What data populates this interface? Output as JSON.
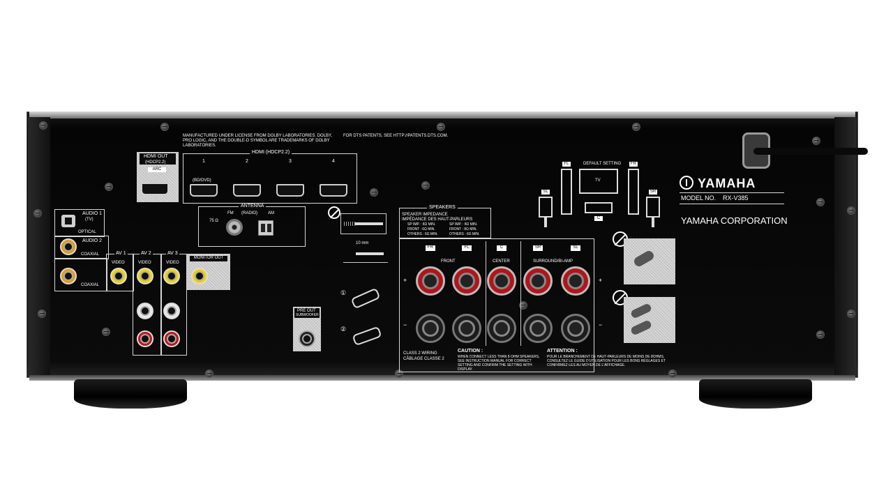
{
  "notices": {
    "dolby": "MANUFACTURED UNDER LICENSE FROM DOLBY LABORATORIES. DOLBY, PRO LOGIC, AND THE DOUBLE-D SYMBOL ARE TRADEMARKS OF DOLBY LABORATORIES.",
    "dts": "FOR DTS PATENTS, SEE HTTP://PATENTS.DTS.COM."
  },
  "hdmi": {
    "out_label": "HDMI OUT",
    "out_sub": "(HDCP2.2)",
    "arc": "ARC",
    "in_title": "HDMI (HDCP2.2)",
    "inputs": [
      "1",
      "2",
      "3",
      "4"
    ],
    "input1_sub": "(BD/DVD)"
  },
  "antenna": {
    "title": "ANTENNA",
    "fm": "FM",
    "radio": "(RADIO)",
    "am": "AM",
    "ohm": "75 Ω"
  },
  "audio": {
    "audio1": "AUDIO 1",
    "audio1_sub": "(TV)",
    "optical": "OPTICAL",
    "audio2": "AUDIO 2",
    "coaxial_1": "COAXIAL",
    "coaxial_2": "COAXIAL"
  },
  "av": {
    "av1": "AV 1",
    "av2": "AV 2",
    "av3": "AV 3",
    "video": "VIDEO",
    "monitor_out": "MONITOR OUT"
  },
  "preout": {
    "title": "PRE OUT",
    "sub": "SUBWOOFER"
  },
  "speakers": {
    "title": "SPEAKERS",
    "impedance_en": "SPEAKER IMPEDANCE",
    "impedance_fr": "IMPÉDANCE DES HAUT-PARLEURS",
    "spec_left": [
      "SP IMP. : 8Ω MIN.",
      "FRONT : 6Ω MIN.",
      "OTHERS : 6Ω MIN."
    ],
    "spec_right": [
      "SP IMP. : 8Ω MIN.",
      "FRONT : 8Ω MIN.",
      "OTHERS : 6Ω MIN."
    ],
    "channels": [
      "FR",
      "FL",
      "C",
      "SR",
      "SL"
    ],
    "front": "FRONT",
    "center": "CENTER",
    "surround": "SURROUND/BI-AMP",
    "plus": "+",
    "minus": "−",
    "class2": "CLASS 2 WIRING",
    "class2_fr": "CÂBLAGE CLASSE 2",
    "caution_title": "CAUTION :",
    "caution_text": "WHEN CONNECT LESS THAN 8 OHM SPEAKERS, SEE INSTRUCTION MANUAL FOR CORRECT SETTING AND CONFIRM THE SETTING WITH DISPLAY.",
    "attention_title": "ATTENTION :",
    "attention_text": "POUR LE BRANCHEMENT DE HAUT-PARLEURS DE MOINS DE 8OHMS, CONSULTEZ LE GUIDE D'UTILISATION POUR LES BONS RÉGLAGES ET CONFIRMEZ-LES AU MOYEN DE L'AFFICHAGE."
  },
  "default_setting": {
    "title": "DEFAULT SETTING",
    "tv": "TV",
    "labels": [
      "FL",
      "FR",
      "SL",
      "SR",
      "C"
    ]
  },
  "wiring": {
    "length": "10 mm",
    "step1": "①",
    "step2": "②"
  },
  "brand": {
    "name": "YAMAHA",
    "model_label": "MODEL NO.",
    "model": "RX-V385",
    "corporation": "YAMAHA CORPORATION"
  },
  "colors": {
    "chassis": "#0b0b0b",
    "video_yellow": "#f2d300",
    "audio_white": "#e8e8e8",
    "audio_red": "#c0161b",
    "terminal_red": "#b3141a",
    "terminal_black": "#1c1c1c"
  }
}
